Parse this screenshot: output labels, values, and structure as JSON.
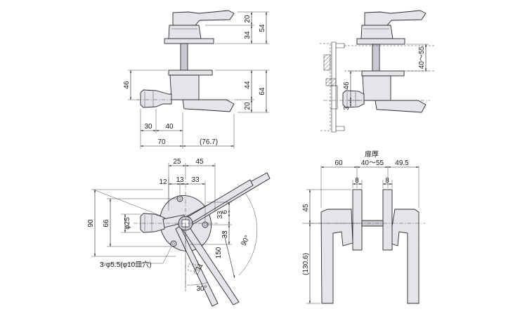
{
  "top_left": {
    "right_dims": [
      "20",
      "34",
      "54",
      "44",
      "20",
      "64"
    ],
    "left_dim": "46",
    "bottom_dims": [
      "30",
      "40",
      "70",
      "(76.7)"
    ]
  },
  "top_right": {
    "gap_dim": "40～55",
    "left_dim": "46",
    "small_dim": "3"
  },
  "bottom_left": {
    "top_dims": [
      "25",
      "45",
      "12",
      "13",
      "33"
    ],
    "left_dims": [
      "90",
      "66",
      "φ25"
    ],
    "right_dims": [
      "6",
      "33",
      "33",
      "150"
    ],
    "angle_large": "90°",
    "angle_small": "30°",
    "square_label": "□11",
    "hole_note": "3-φ5.5(φ10皿穴)"
  },
  "bottom_right": {
    "door_thickness_label": "扉厚",
    "top_dims": [
      "60",
      "40～55",
      "49.5"
    ],
    "plate_dims": [
      "8",
      "8"
    ],
    "left_dims": [
      "45",
      "(130.6)"
    ]
  }
}
